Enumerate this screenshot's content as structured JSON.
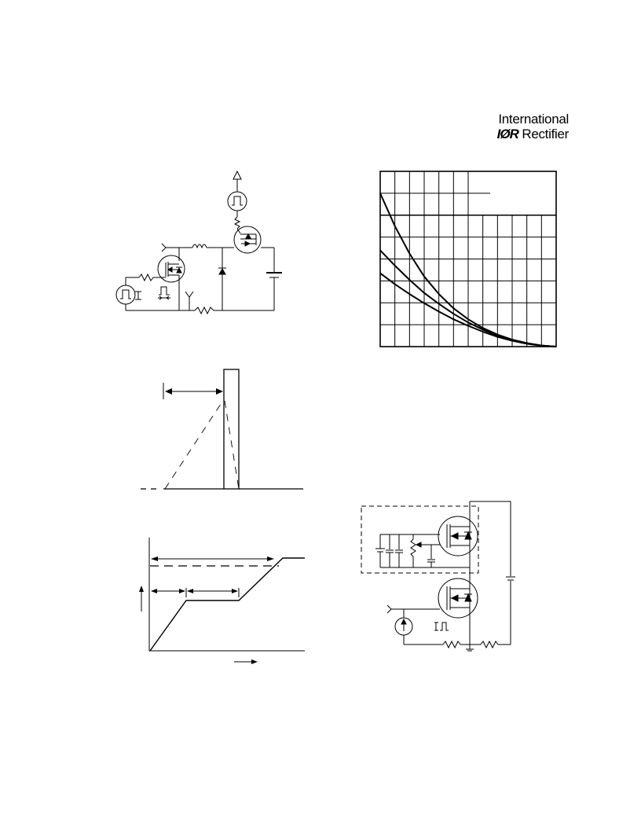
{
  "logo": {
    "line1": "International",
    "mark": "IØR",
    "line2": "Rectifier"
  },
  "chart_data": {
    "type": "line",
    "title": "",
    "xlabel": "",
    "ylabel": "",
    "grid": true,
    "xlim": [
      0,
      12
    ],
    "ylim": [
      0,
      8
    ],
    "x": [
      0,
      1,
      2,
      3,
      4,
      5,
      6,
      7,
      8,
      9,
      10,
      11,
      12
    ],
    "series": [
      {
        "values": [
          7.0,
          5.5,
          4.25,
          3.2,
          2.4,
          1.75,
          1.25,
          0.85,
          0.55,
          0.32,
          0.16,
          0.05,
          0.0
        ]
      },
      {
        "values": [
          4.4,
          3.7,
          3.05,
          2.45,
          1.95,
          1.5,
          1.1,
          0.78,
          0.5,
          0.3,
          0.15,
          0.05,
          0.0
        ]
      },
      {
        "values": [
          3.35,
          2.85,
          2.4,
          1.98,
          1.6,
          1.25,
          0.95,
          0.68,
          0.45,
          0.27,
          0.13,
          0.04,
          0.0
        ]
      }
    ]
  }
}
